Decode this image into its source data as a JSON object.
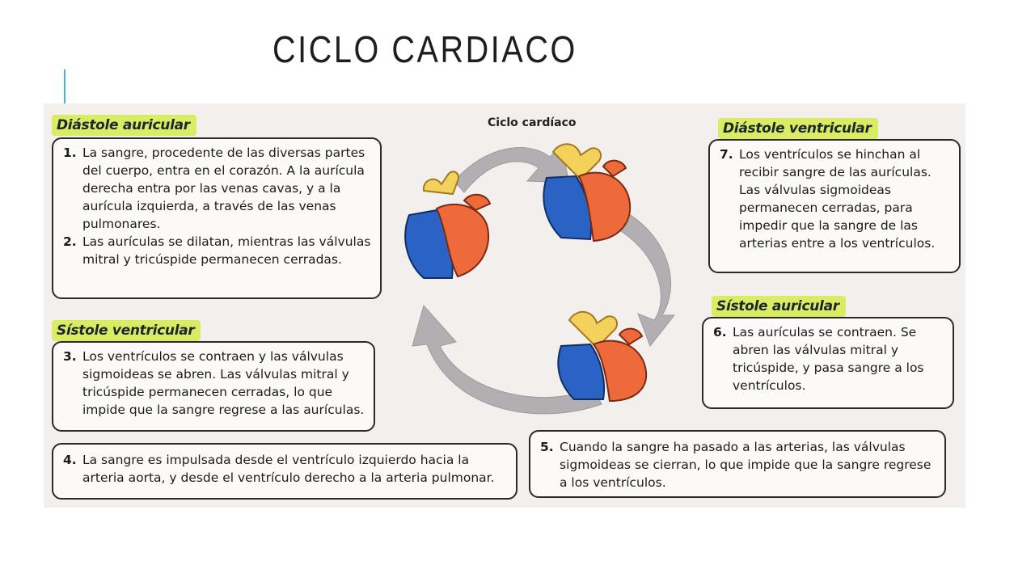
{
  "slide": {
    "title": "CICLO CARDIACO"
  },
  "figure": {
    "center_title": "Ciclo cardíaco",
    "panels": {
      "diastole_auricular": {
        "tag": "Diástole auricular",
        "steps": [
          {
            "num": "1.",
            "text": "La sangre, procedente de las diversas partes del cuerpo, entra en el corazón. A la aurícula derecha entra por las venas cavas, y a la aurícula izquierda, a través de las venas pulmonares."
          },
          {
            "num": "2.",
            "text": "Las aurículas se dilatan, mientras las válvulas mitral y tricúspide permanecen cerradas."
          }
        ]
      },
      "sistole_ventricular": {
        "tag": "Sístole ventricular",
        "steps": [
          {
            "num": "3.",
            "text": "Los ventrículos se contraen y las válvulas sigmoideas se abren. Las válvulas mitral y tricúspide permanecen cerradas, lo que impide que la sangre regrese a las aurículas."
          }
        ]
      },
      "step4": {
        "num": "4.",
        "text": "La sangre es impulsada desde el ventrículo izquierdo hacia la arteria aorta, y desde el ventrículo derecho a la arteria pulmonar."
      },
      "diastole_ventricular": {
        "tag": "Diástole ventricular",
        "steps": [
          {
            "num": "7.",
            "text": "Los ventrículos se hinchan al recibir sangre de las aurículas. Las válvulas sigmoideas permanecen cerradas, para impedir que la sangre de las arterias entre a los ventrículos."
          }
        ]
      },
      "sistole_auricular": {
        "tag": "Sístole auricular",
        "steps": [
          {
            "num": "6.",
            "text": "Las aurículas se contraen. Se abren las válvulas mitral y tricúspide, y pasa sangre a los ventrículos."
          }
        ]
      },
      "step5": {
        "num": "5.",
        "text": "Cuando la sangre ha pasado a las arterias, las válvulas sigmoideas se cierran, lo que impide que la sangre regrese a los ventrículos."
      }
    },
    "colors": {
      "tag": "#d9ec63",
      "blood_oxygenated": "#ef6a3a",
      "blood_deoxygenated": "#2a63c4",
      "vessel_yellow": "#f4d15a",
      "arrow_gray": "#a7a4a8"
    }
  }
}
